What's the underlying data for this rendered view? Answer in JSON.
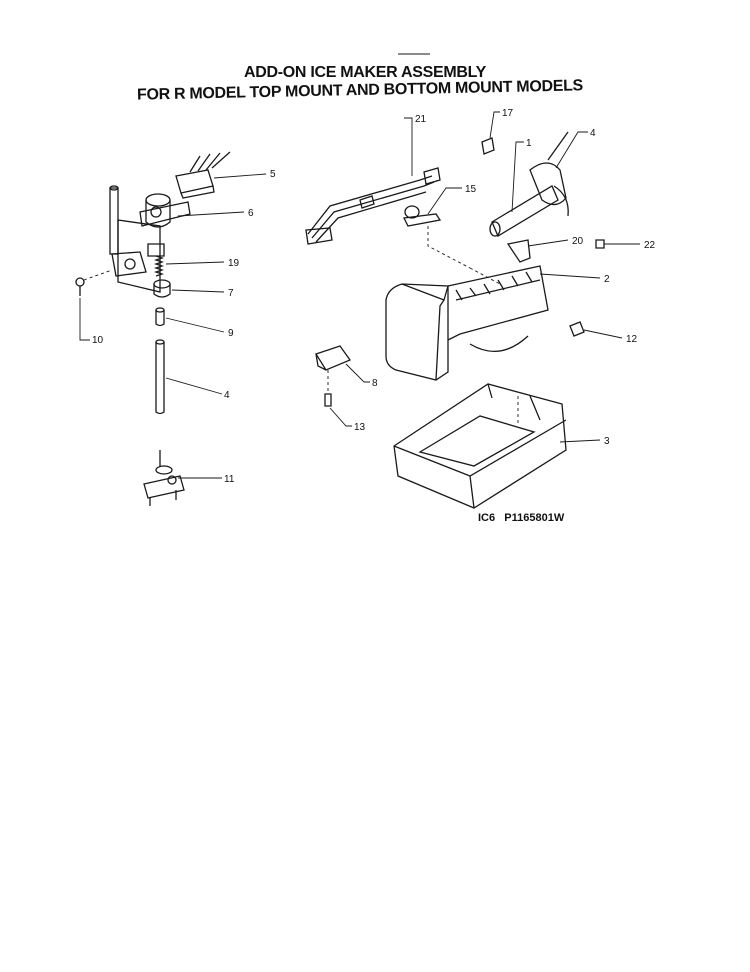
{
  "title": {
    "line1": "ADD-ON ICE MAKER ASSEMBLY",
    "line2": "FOR R MODEL TOP MOUNT AND BOTTOM MOUNT MODELS"
  },
  "part_number": "IC6   P1165801W",
  "callouts": {
    "c1": "1",
    "c2": "2",
    "c3": "3",
    "c4a": "4",
    "c4b": "4",
    "c5": "5",
    "c6": "6",
    "c7": "7",
    "c8": "8",
    "c9": "9",
    "c10": "10",
    "c11": "11",
    "c12": "12",
    "c13": "13",
    "c15": "15",
    "c17": "17",
    "c19": "19",
    "c20": "20",
    "c21": "21",
    "c22": "22"
  }
}
